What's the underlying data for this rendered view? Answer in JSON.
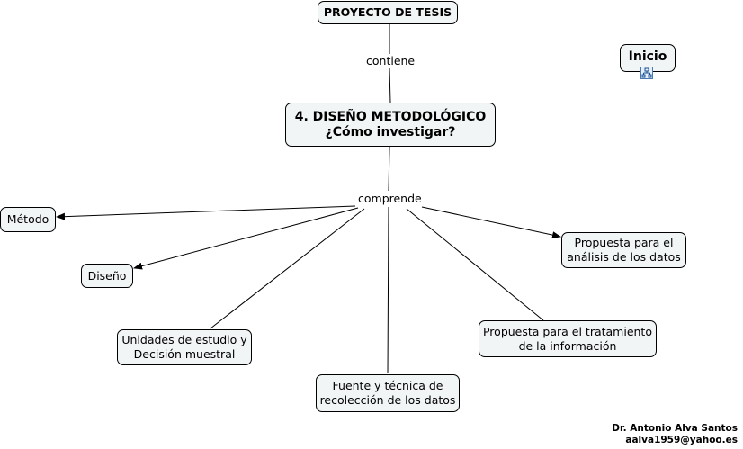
{
  "root": "PROYECTO DE TESIS",
  "link_contiene": "contiene",
  "main": "4. DISEÑO METODOLÓGICO\n¿Cómo investigar?",
  "link_comprende": "comprende",
  "inicio": "Inicio",
  "inicio_icon": "concept-map-icon",
  "children": {
    "metodo": "Método",
    "diseno": "Diseño",
    "unidades": "Unidades de estudio y\nDecisión muestral",
    "fuente": "Fuente y técnica de\nrecolección de los datos",
    "tratamiento": "Propuesta para el tratamiento\nde la información",
    "analisis": "Propuesta para el\nanálisis de los datos"
  },
  "credit": "Dr. Antonio Alva Santos\naalva1959@yahoo.es"
}
